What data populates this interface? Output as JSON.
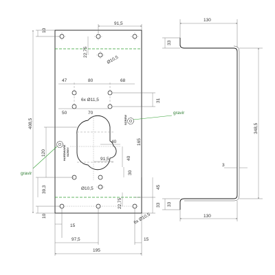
{
  "dimensions": {
    "top_width": "91,5",
    "top_offset": "10",
    "top_hole_row": "22,75",
    "top_hole_dia": "Ø10,5",
    "h_spacing_left": "47",
    "h_spacing_mid": "80",
    "h_spacing_right": "68",
    "holes_6x": "6x Ø11,5",
    "spacing_50": "50",
    "spacing_70": "70",
    "vert_31": "31",
    "overall_height": "408,5",
    "height_120": "120",
    "slot_40_top": "40",
    "height_165": "165",
    "slot_91_5": "91,5",
    "slot_40_side": "40",
    "slot_30": "30",
    "left_39_3": "39,3",
    "mid_hole_dia": "Ø10,5",
    "height_45": "45",
    "bottom_hole_row": "22,75",
    "bottom_33": "33",
    "bottom_10": "10",
    "bottom_15_left": "15",
    "holes_6x_bottom": "6x Ø10,5",
    "width_97_5": "97,5",
    "bottom_15_right": "15",
    "overall_width": "195"
  },
  "profile": {
    "top_width": "130",
    "top_33": "33",
    "height_348_5": "348,5",
    "thickness": "3",
    "bottom_33": "33",
    "bottom_width": "130"
  },
  "annotations": {
    "gravir_right": "gravir",
    "gravir_left": "gravir",
    "stamp_line1": "HARDWARE",
    "stamp_line2": "SCREY",
    "stamp_small": "SCREW"
  }
}
